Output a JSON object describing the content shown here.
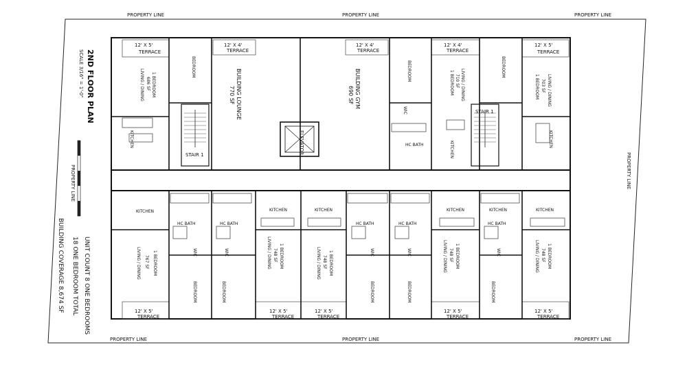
{
  "property_line_label": "PROPERTY LINE",
  "plan_title": "2ND FLOOR PLAN",
  "plan_scale": "SCALE 3/16\" = 1'-0\"",
  "building_lounge": {
    "name": "BUILDING LOUNGE",
    "area": "770 SF"
  },
  "building_gym": {
    "name": "BUILDING GYM",
    "area": "690 SF"
  },
  "elevator": "ELEVATOR",
  "stair": "STAIR 1",
  "terrace_5": "12' X 5'",
  "terrace_4": "12' X 4'",
  "terrace": "TERRACE",
  "bedroom": "BEDROOM",
  "kitchen": "KITCHEN",
  "hc_bath": "HC BATH",
  "wic": "WIC",
  "living_dining": "LIVING / DINING",
  "one_bedroom": "1 BEDROOM",
  "units": {
    "top_left": "686 SF",
    "top_right_mid": "710 SF",
    "top_right": "703 SF",
    "bottom_1": "767 SF",
    "bottom_2": "748 SF",
    "bottom_3": "748 SF",
    "bottom_4": "748 SF",
    "bottom_5": "748 SF"
  },
  "summary": {
    "unit_count": "UNIT COUNT 8 ONE BEDROOMS",
    "total": "18 ONE BEDROOM TOTAL",
    "coverage": "BUILDING COVERAGE 8,674 SF"
  }
}
